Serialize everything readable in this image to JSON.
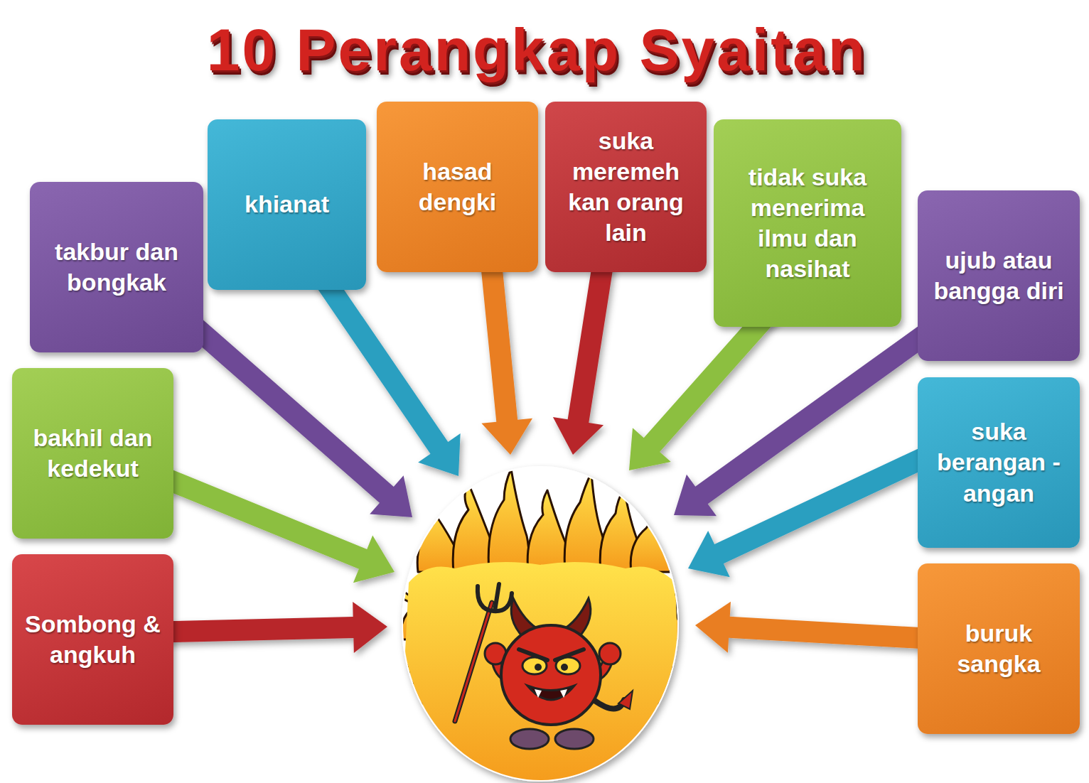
{
  "diagram": {
    "title": "10 Perangkap Syaitan",
    "nodes": [
      {
        "text": [
          "Sombong & angkuh"
        ]
      },
      {
        "text": [
          "bakhil dan kedekut"
        ]
      },
      {
        "text": [
          "takbur dan bongkak"
        ]
      },
      {
        "text": [
          "khianat"
        ]
      },
      {
        "text": [
          "hasad dengki"
        ]
      },
      {
        "text": [
          "suka meremeh kan orang lain"
        ]
      },
      {
        "text": [
          "tidak suka menerima ilmu dan nasihat"
        ]
      },
      {
        "text": [
          "ujub atau bangga diri"
        ]
      },
      {
        "text": [
          "suka berangan -angan"
        ]
      },
      {
        "text": [
          "buruk sangka"
        ]
      }
    ]
  }
}
